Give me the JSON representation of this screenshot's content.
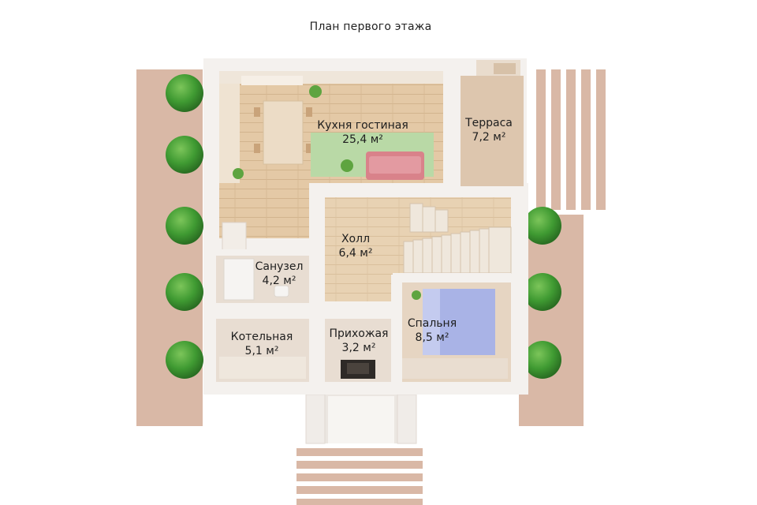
{
  "title": "План первого этажа",
  "rooms": {
    "kitchen": {
      "name": "Кухня гостиная",
      "area": "25,4 м²"
    },
    "terrace": {
      "name": "Терраса",
      "area": "7,2 м²"
    },
    "hall": {
      "name": "Холл",
      "area": "6,4 м²"
    },
    "bathroom": {
      "name": "Санузел",
      "area": "4,2 м²"
    },
    "boiler": {
      "name": "Котельная",
      "area": "5,1 м²"
    },
    "entrance": {
      "name": "Прихожая",
      "area": "3,2 м²"
    },
    "bedroom": {
      "name": "Спальня",
      "area": "8,5 м²"
    }
  },
  "colors": {
    "wall": "#f4f1ee",
    "floor": "#e2c7a4",
    "rug": "#b9d9a6",
    "sofa": "#d9828a",
    "bed": "#a9b3e6",
    "path": "#d9b8a6",
    "tree": "#3f9a32"
  }
}
